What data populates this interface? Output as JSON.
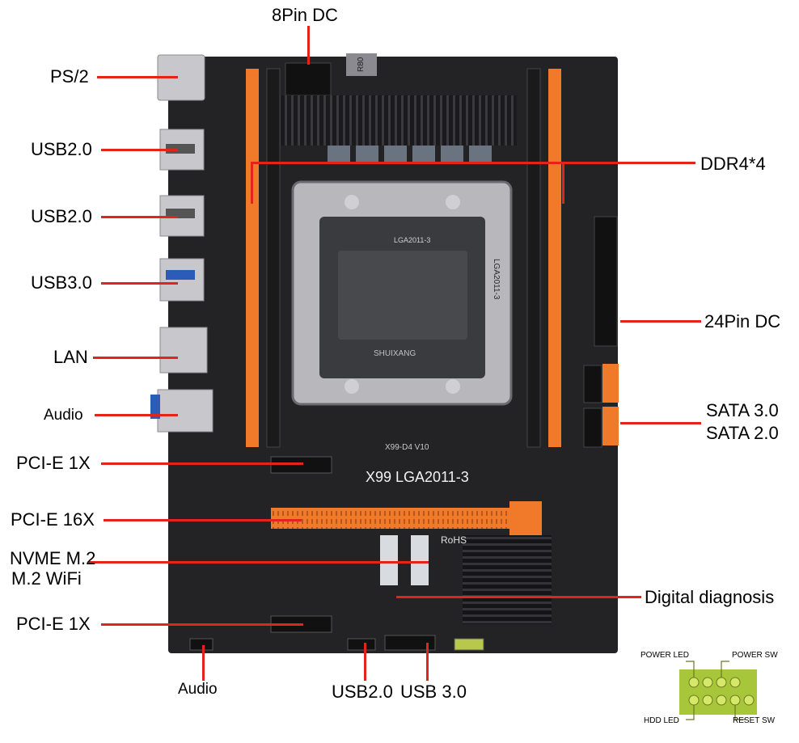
{
  "labels": {
    "dc8": "8Pin DC",
    "ps2": "PS/2",
    "usb2a": "USB2.0",
    "usb2b": "USB2.0",
    "usb3": "USB3.0",
    "lan": "LAN",
    "audio_left": "Audio",
    "pcie1x_top": "PCI-E 1X",
    "pcie16x": "PCI-E 16X",
    "nvme": "NVME M.2",
    "wifi": "M.2 WiFi",
    "pcie1x_bottom": "PCI-E 1X",
    "audio_bottom": "Audio",
    "usb20_bottom": "USB2.0",
    "usb30_bottom": "USB 3.0",
    "ddr": "DDR4*4",
    "dc24": "24Pin DC",
    "sata3": "SATA 3.0",
    "sata2": "SATA 2.0",
    "diag": "Digital diagnosis"
  },
  "board": {
    "model": "X99 LGA2011-3",
    "silk_model": "X99-D4 V10",
    "socket_text": "LGA2011-3",
    "socket_text_vertical": "LGA2011-3",
    "brand": "SHUIXANG",
    "rohs": "RoHS",
    "pwm_chip": "R80"
  },
  "front_panel": {
    "power_led": "POWER LED",
    "power_sw": "POWER SW",
    "hdd_led": "HDD LED",
    "reset_sw": "RESET SW"
  },
  "colors": {
    "board": "#232325",
    "slot_orange": "#f07a2a",
    "leader_red": "#e3241b",
    "pin_green": "#a8c63a"
  }
}
